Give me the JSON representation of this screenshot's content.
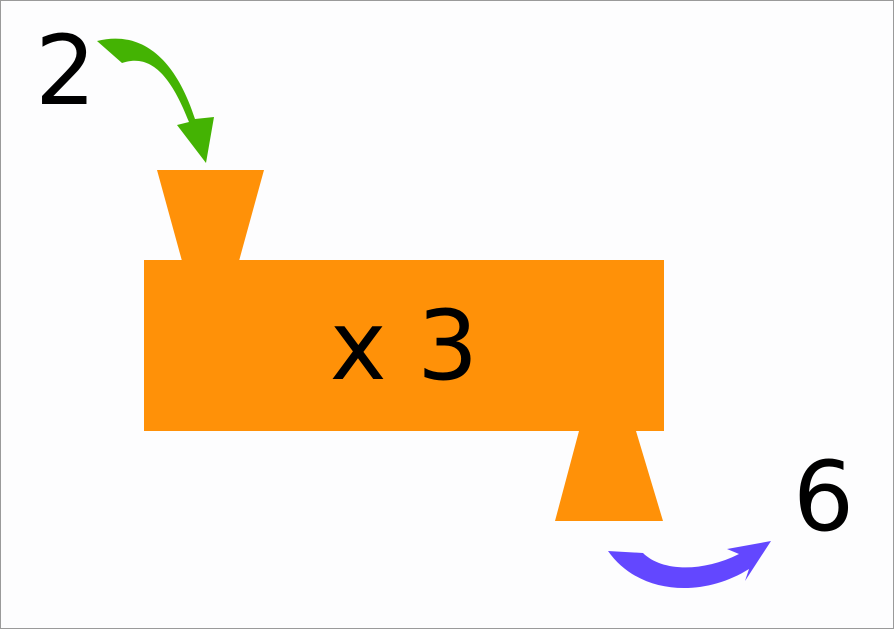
{
  "input_value": "2",
  "operation_label": "x 3",
  "output_value": "6",
  "colors": {
    "machine": "#ff9108",
    "input_arrow": "#44b303",
    "output_arrow": "#6347ff",
    "text": "#000000",
    "background": "#fdfdfe"
  }
}
